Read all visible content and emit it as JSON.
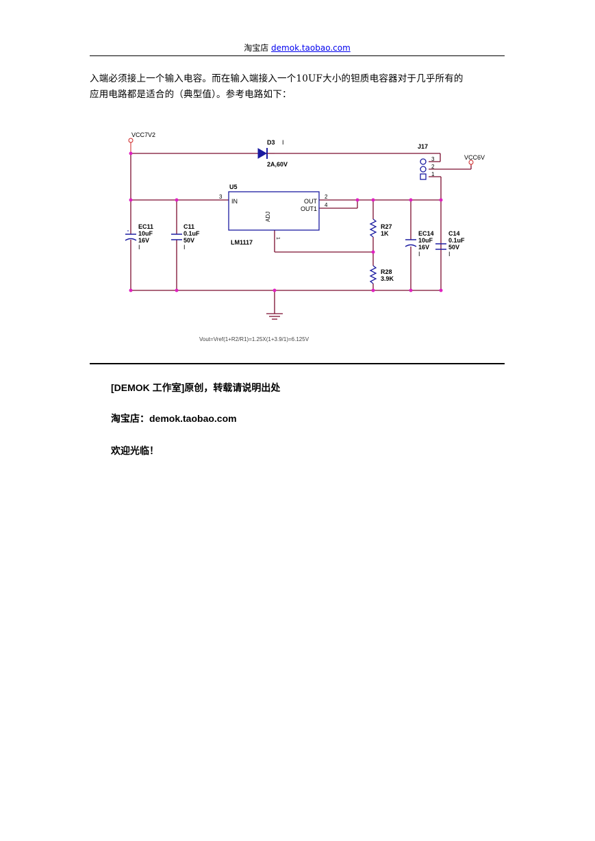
{
  "header": {
    "shop_label": "淘宝店",
    "shop_link": "demok.taobao.com"
  },
  "intro": {
    "line1": "入端必须接上一个输入电容。而在输入端接入一个10UF大小的钽质电容器对于几乎所有的",
    "line2": "应用电路都是适合的（典型值）。参考电路如下："
  },
  "schematic": {
    "vcc_in": "VCC7V2",
    "vcc_out": "VCC6V",
    "diode_ref": "D3",
    "diode_mark": "I",
    "diode_value": "2A,60V",
    "connector_ref": "J17",
    "pin_3": "3",
    "pin_2": "2",
    "pin_1": "1",
    "ic_ref": "U5",
    "ic_part": "LM1117",
    "ic_in": "IN",
    "ic_out": "OUT",
    "ic_out1": "OUT1",
    "ic_adj": "ADJ",
    "ic_pin_in": "3",
    "ic_pin_out": "2",
    "ic_pin_out1": "4",
    "ic_pin_adj": "1",
    "ec11_ref": "EC11",
    "ec11_cap": "10uF",
    "ec11_volt": "16V",
    "ec11_mark": "I",
    "c11_ref": "C11",
    "c11_cap": "0.1uF",
    "c11_volt": "50V",
    "c11_mark": "I",
    "r27_ref": "R27",
    "r27_value": "1K",
    "r28_ref": "R28",
    "r28_value": "3.9K",
    "ec14_ref": "EC14",
    "ec14_cap": "10uF",
    "ec14_volt": "16V",
    "ec14_mark": "I",
    "c14_ref": "C14",
    "c14_cap": "0.1uF",
    "c14_volt": "50V",
    "c14_mark": "I",
    "formula": "Vout=Vref(1+R2/R1)=1.25X(1+3.9/1)=6.125V",
    "colors": {
      "wire": "#7b0c2e",
      "node": "#e020c0",
      "component": "#1a1aa0",
      "text": "#000000",
      "power": "#cc2222"
    }
  },
  "footer": {
    "line1": "[DEMOK 工作室]原创，转载请说明出处",
    "line2": "淘宝店：demok.taobao.com",
    "line3": "欢迎光临！"
  }
}
